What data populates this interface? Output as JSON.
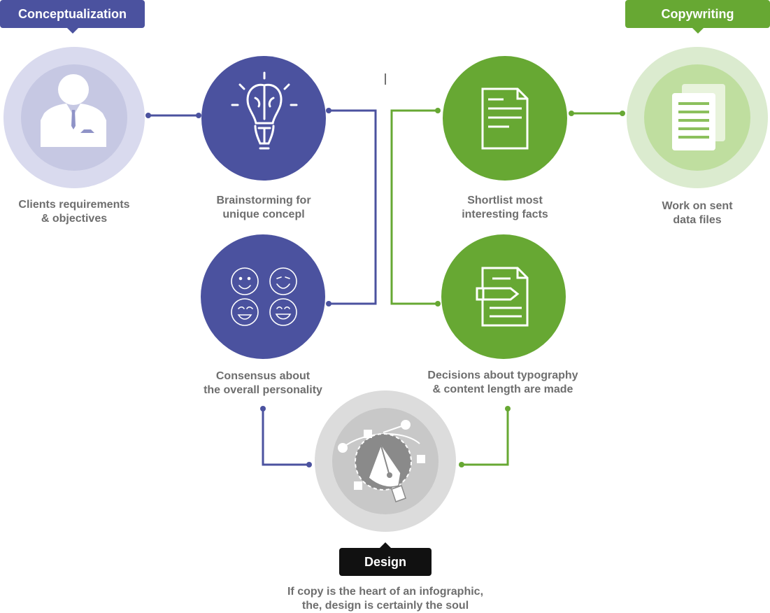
{
  "tags": {
    "conceptualization": "Conceptualization",
    "copywriting": "Copywriting",
    "design": "Design"
  },
  "steps": {
    "clients": {
      "line1": "Clients requirements",
      "line2": "& objectives",
      "icon": "businessman-icon"
    },
    "brainstorm": {
      "line1": "Brainstorming for",
      "line2": "unique concepl",
      "icon": "brain-bulb-icon"
    },
    "consensus": {
      "line1": "Consensus about",
      "line2": "the overall personality",
      "icon": "smiley-faces-icon"
    },
    "shortlist": {
      "line1": "Shortlist most",
      "line2": "interesting facts",
      "icon": "document-icon"
    },
    "workon": {
      "line1": "Work on sent",
      "line2": "data files",
      "icon": "files-stack-icon"
    },
    "decisions": {
      "line1": "Decisions about typography",
      "line2": "& content length are made",
      "icon": "document-pen-icon"
    },
    "design": {
      "line1": "If copy is the heart of an infographic,",
      "line2": "the, design is certainly the soul",
      "icon": "pen-tool-icon"
    }
  },
  "colors": {
    "purple": "#4b529f",
    "purple_light": "#d9daee",
    "green": "#67a833",
    "green_light": "#dbebcf",
    "gray_light": "#dcdcdc",
    "design_black": "#111111",
    "text": "#6e6e6e"
  }
}
